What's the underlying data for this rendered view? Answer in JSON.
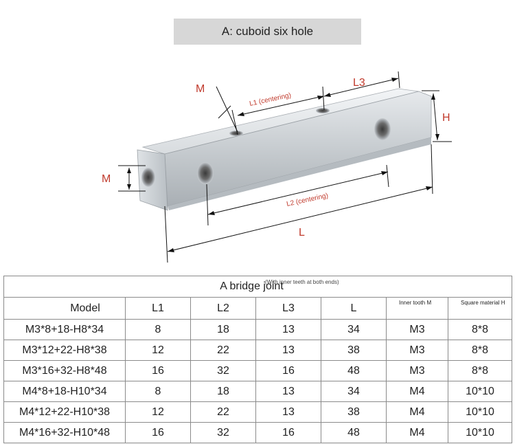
{
  "header": {
    "title": "A: cuboid six hole"
  },
  "diagram": {
    "labels": {
      "m_top": "M",
      "l1": "L1 (centering)",
      "l3": "L3",
      "h": "H",
      "m_side": "M",
      "l2": "L2 (centering)",
      "l": "L"
    },
    "colors": {
      "dimension_text": "#c0392b",
      "dimension_line": "#111111",
      "metal": "#c9cdd1"
    }
  },
  "table": {
    "title": "A bridge joint",
    "note": "(With inner teeth at both ends)",
    "headers": {
      "model": "Model",
      "l1": "L1",
      "l2": "L2",
      "l3": "L3",
      "l": "L",
      "inner_tooth": "Inner tooth M",
      "square_material": "Square material H"
    },
    "rows": [
      {
        "model": "M3*8+18-H8*34",
        "l1": "8",
        "l2": "18",
        "l3": "13",
        "l": "34",
        "m": "M3",
        "h": "8*8"
      },
      {
        "model": "M3*12+22-H8*38",
        "l1": "12",
        "l2": "22",
        "l3": "13",
        "l": "38",
        "m": "M3",
        "h": "8*8"
      },
      {
        "model": "M3*16+32-H8*48",
        "l1": "16",
        "l2": "32",
        "l3": "16",
        "l": "48",
        "m": "M3",
        "h": "8*8"
      },
      {
        "model": "M4*8+18-H10*34",
        "l1": "8",
        "l2": "18",
        "l3": "13",
        "l": "34",
        "m": "M4",
        "h": "10*10"
      },
      {
        "model": "M4*12+22-H10*38",
        "l1": "12",
        "l2": "22",
        "l3": "13",
        "l": "38",
        "m": "M4",
        "h": "10*10"
      },
      {
        "model": "M4*16+32-H10*48",
        "l1": "16",
        "l2": "32",
        "l3": "16",
        "l": "48",
        "m": "M4",
        "h": "10*10"
      }
    ]
  }
}
